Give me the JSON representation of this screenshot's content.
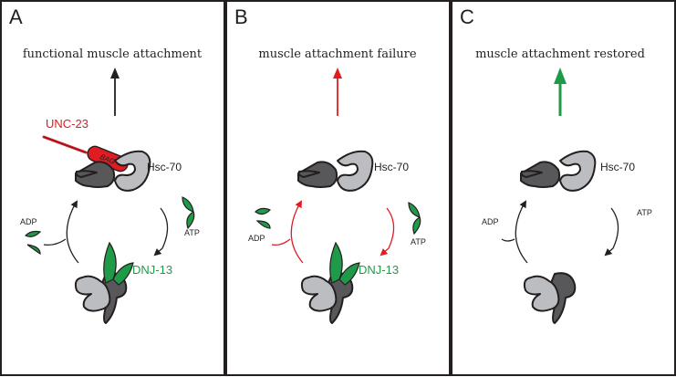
{
  "colors": {
    "accent_red": "#e01b22",
    "accent_green": "#1f9a48",
    "protein_light": "#bcbdc0",
    "protein_dark": "#58585b",
    "ink": "#231f20"
  },
  "panels": [
    {
      "letter": "A",
      "title": "functional muscle attachment",
      "arrow_color": "#231f20",
      "hsc_label": "Hsc-70",
      "adp_label": "ADP",
      "atp_label": "ATP",
      "dnj_label": "DNJ-13",
      "unc_label": "UNC-23",
      "bag_label": "BAG"
    },
    {
      "letter": "B",
      "title": "muscle attachment failure",
      "arrow_color": "#e01b22",
      "hsc_label": "Hsc-70",
      "adp_label": "ADP",
      "atp_label": "ATP",
      "dnj_label": "DNJ-13"
    },
    {
      "letter": "C",
      "title": "muscle attachment restored",
      "arrow_color": "#1f9a48",
      "hsc_label": "Hsc-70",
      "adp_label": "ADP",
      "atp_label": "ATP"
    }
  ]
}
